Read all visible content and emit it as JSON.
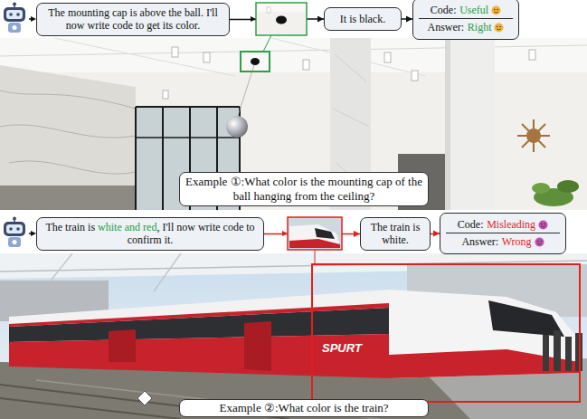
{
  "diagram": {
    "nodes": [
      {
        "text": [
          "The mounting cap is above the ball. I'll now write code to get its color."
        ]
      },
      {
        "text": [
          "It is black."
        ]
      },
      {
        "text": [
          "Code:",
          "Useful",
          "Answer:",
          "Right"
        ]
      },
      {
        "text": [
          "Example ①:What color is the mounting cap of the ball hanging from the ceiling?"
        ]
      },
      {
        "text": [
          "The train is",
          "white and red",
          ", I'll now write code to confirm it."
        ]
      },
      {
        "text": [
          "The train is white."
        ]
      },
      {
        "text": [
          "Code:",
          "Misleading",
          "Answer:",
          "Wrong"
        ]
      },
      {
        "text": [
          "Example ②:What color is the train?"
        ]
      }
    ],
    "edges": [
      {
        "from": 0,
        "to": 1,
        "arrow": "to"
      },
      {
        "from": 1,
        "to": 2,
        "arrow": "to"
      },
      {
        "from": 4,
        "to": 5,
        "arrow": "to"
      },
      {
        "from": 5,
        "to": 6,
        "arrow": "to"
      }
    ],
    "labels": [
      "SPURT"
    ]
  }
}
